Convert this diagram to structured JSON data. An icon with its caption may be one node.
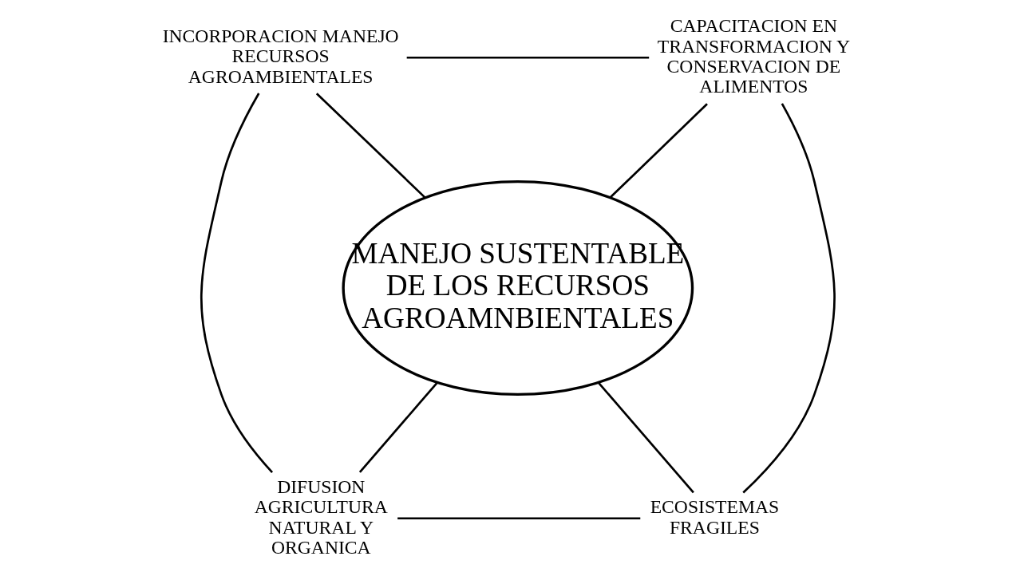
{
  "diagram": {
    "nodes": [
      {
        "text": [
          "MANEJO SUSTENTABLE DE LOS RECURSOS AGROAMNBIENTALES"
        ]
      },
      {
        "text": [
          "INCORPORACION MANEJO RECURSOS AGROAMBIENTALES"
        ]
      },
      {
        "text": [
          "CAPACITACION EN TRANSFORMACION Y CONSERVACION DE ALIMENTOS"
        ]
      },
      {
        "text": [
          "DIFUSION AGRICULTURA NATURAL Y ORGANICA"
        ]
      },
      {
        "text": [
          "ECOSISTEMAS FRAGILES"
        ]
      }
    ],
    "edges": [
      {
        "from": 1,
        "to": 2,
        "arrow": "none"
      },
      {
        "from": 1,
        "to": 0,
        "arrow": "none"
      },
      {
        "from": 2,
        "to": 0,
        "arrow": "none"
      },
      {
        "from": 1,
        "to": 3,
        "arrow": "none"
      },
      {
        "from": 2,
        "to": 4,
        "arrow": "none"
      },
      {
        "from": 0,
        "to": 3,
        "arrow": "none"
      },
      {
        "from": 0,
        "to": 4,
        "arrow": "none"
      },
      {
        "from": 3,
        "to": 4,
        "arrow": "none"
      }
    ]
  }
}
